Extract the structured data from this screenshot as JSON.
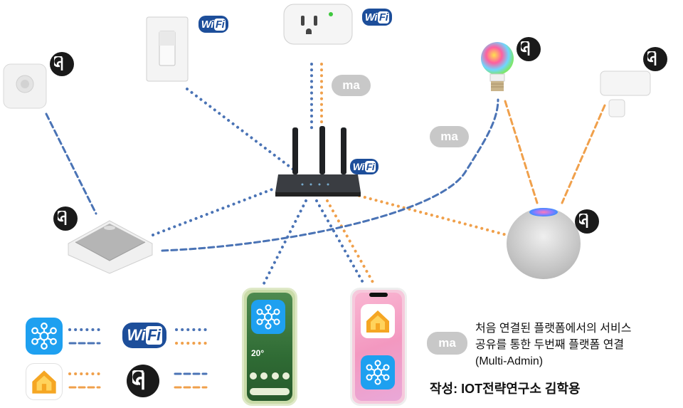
{
  "diagram": {
    "labels": {
      "multi_admin_badge": "ma",
      "multi_admin_badge_2": "ma",
      "legend_ma_badge": "ma",
      "wifi_badge_word": "Wi",
      "wifi_badge_fi": "Fi",
      "legend_wifi_word": "Wi",
      "legend_wifi_fi": "Fi"
    },
    "legend": {
      "ma_description_line1": "처음 연결된 플랫폼에서의 서비스",
      "ma_description_line2": "공유를 통한 두번째 플랫폼 연결",
      "ma_description_line3": "(Multi-Admin)"
    },
    "credit": "작성: IOT전략연구소 김학용",
    "pixel_phone_weather": "20°",
    "colors": {
      "blue_link": "#4a73b5",
      "orange_link": "#f0a04b",
      "thread_badge": "#1a1a1a",
      "wifi_badge": "#1d4e9a",
      "ma_badge": "#c8c8c8",
      "smartthings_app": "#1ea0f0",
      "home_app": "#f5a623"
    },
    "icons": [
      "smartthings-icon",
      "apple-home-icon",
      "wifi-icon",
      "thread-icon"
    ]
  }
}
